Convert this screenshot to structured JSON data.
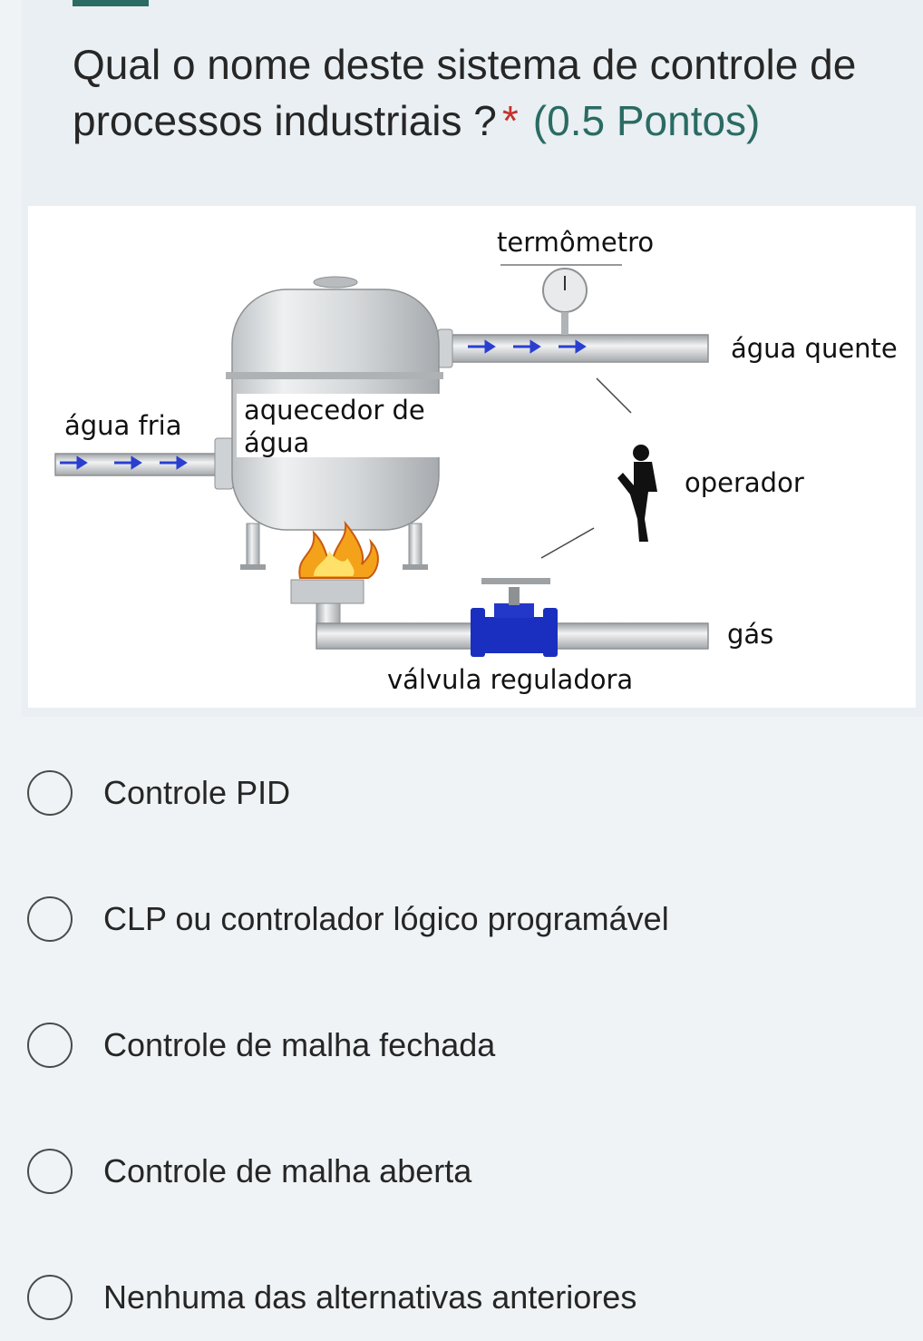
{
  "question": {
    "text": "Qual o nome deste sistema de controle de processos industriais ?",
    "required_mark": "*",
    "points": "(0.5 Pontos)"
  },
  "figure": {
    "labels": {
      "thermometer": "termômetro",
      "hot_water": "água quente",
      "cold_water": "água fria",
      "heater_line1": "aquecedor de",
      "heater_line2": "água",
      "operator": "operador",
      "gas": "gás",
      "valve": "válvula reguladora"
    }
  },
  "options": [
    {
      "label": "Controle PID"
    },
    {
      "label": "CLP ou controlador lógico programável"
    },
    {
      "label": "Controle de malha fechada"
    },
    {
      "label": "Controle de malha aberta"
    },
    {
      "label": "Nenhuma das alternativas anteriores"
    }
  ]
}
